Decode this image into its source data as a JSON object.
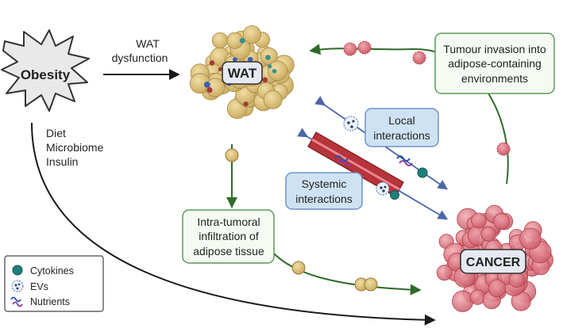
{
  "nodes": {
    "obesity": "Obesity",
    "wat": "WAT",
    "cancer": "CANCER"
  },
  "edges": {
    "wat_dysfunction": [
      "WAT",
      "dysfunction"
    ],
    "systemic_factors": [
      "Diet",
      "Microbiome",
      "Insulin"
    ]
  },
  "boxes": {
    "tumour_invasion": [
      "Tumour invasion into",
      "adipose-containing",
      "environments"
    ],
    "local": [
      "Local",
      "interactions"
    ],
    "systemic": [
      "Systemic",
      "interactions"
    ],
    "intratumoral": [
      "Intra-tumoral",
      "infiltration of",
      "adipose tissue"
    ]
  },
  "legend": {
    "cytokines": "Cytokines",
    "evs": "EVs",
    "nutrients": "Nutrients"
  },
  "colors": {
    "arrow_green": "#2f6b2a",
    "arrow_black": "#1a1a1a",
    "box_green_border": "#5c9a5a",
    "box_blue_fill": "#cfe2f3",
    "box_blue_border": "#6f93c7",
    "vessel": "#a3232a",
    "adipocyte": "#d8bd7a",
    "tumour_cell": "#d9727c",
    "cytokine": "#1f7f7a"
  }
}
